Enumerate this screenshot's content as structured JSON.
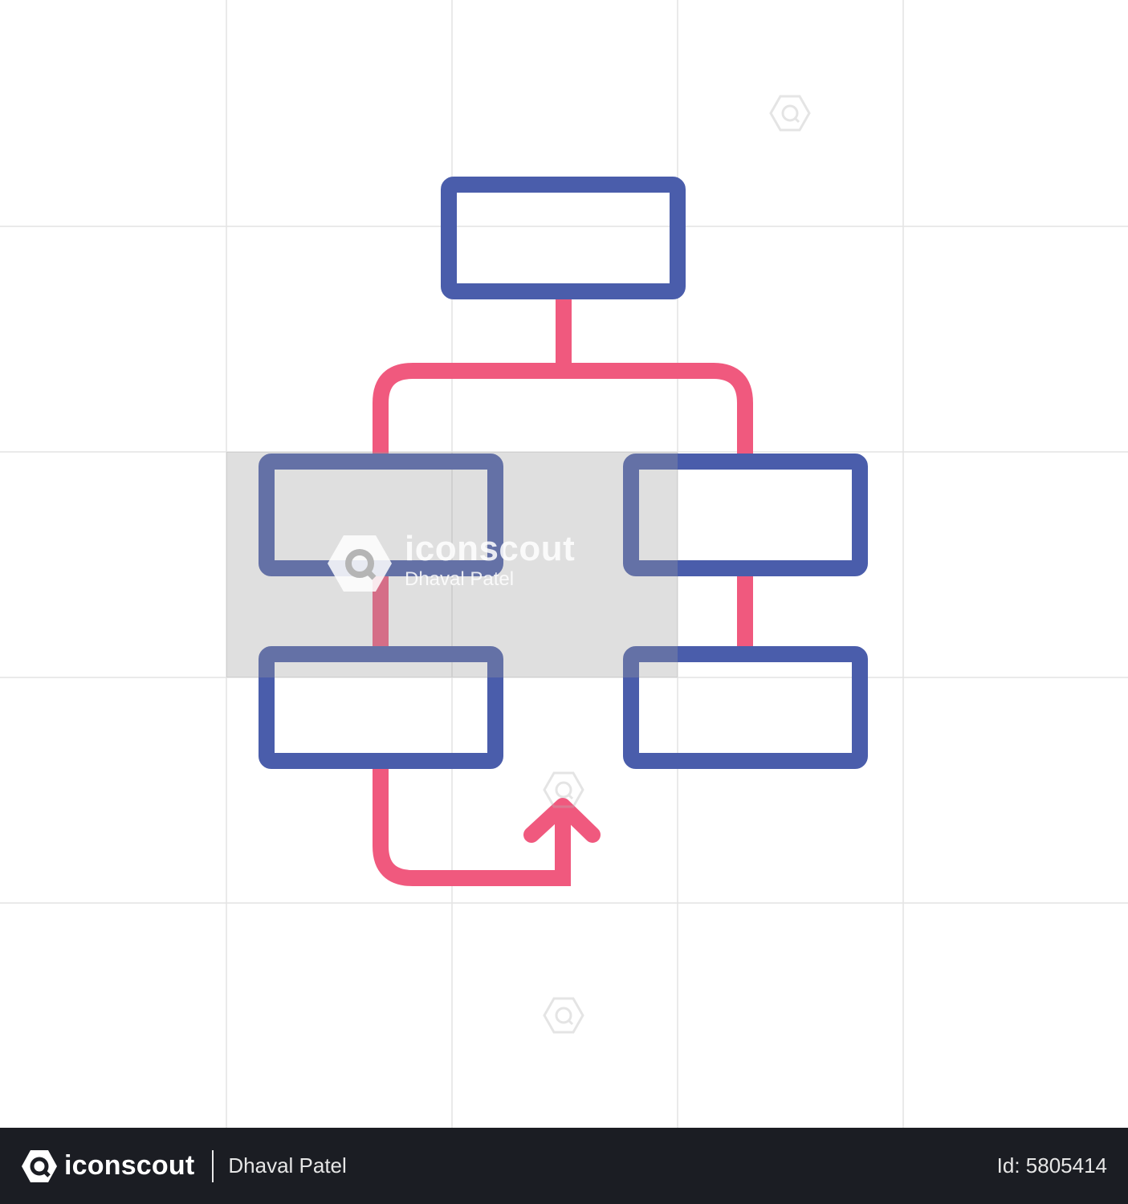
{
  "colors": {
    "box_stroke": "#4a5dab",
    "connector": "#f0597e",
    "grid_line": "#e3e3e3",
    "watermark_box": "#dedede",
    "footer_bg": "#1b1d23"
  },
  "watermark": {
    "brand": "iconscout",
    "author": "Dhaval Patel",
    "icon": "iconscout-logo-icon"
  },
  "footer": {
    "brand": "iconscout",
    "author": "Dhaval Patel",
    "id_text": "Id: 5805414",
    "logo_icon": "iconscout-logo-icon"
  }
}
